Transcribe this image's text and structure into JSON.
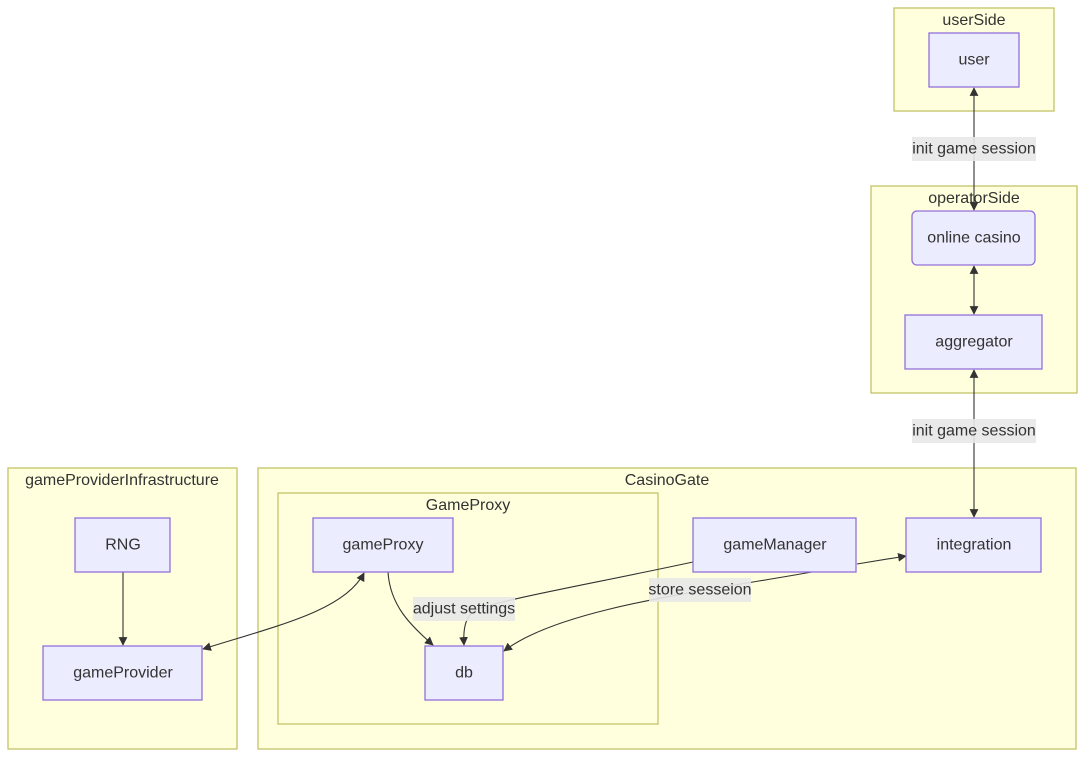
{
  "clusters": {
    "userSide": "userSide",
    "operatorSide": "operatorSide",
    "gameProviderInfrastructure": "gameProviderInfrastructure",
    "casinoGate": "CasinoGate",
    "gameProxy": "GameProxy"
  },
  "nodes": {
    "user": "user",
    "onlineCasino": "online casino",
    "aggregator": "aggregator",
    "rng": "RNG",
    "gameProvider": "gameProvider",
    "gameProxy": "gameProxy",
    "db": "db",
    "gameManager": "gameManager",
    "integration": "integration"
  },
  "edges": {
    "userCasino": "init game session",
    "aggregatorIntegration": "init game session",
    "adjustSettings": "adjust settings",
    "storeSession": "store sesseion"
  },
  "colors": {
    "cluster_fill": "#ffffde",
    "cluster_stroke": "#c2c267",
    "node_fill": "#ececff",
    "node_stroke": "#9370db",
    "edge": "#333333"
  }
}
